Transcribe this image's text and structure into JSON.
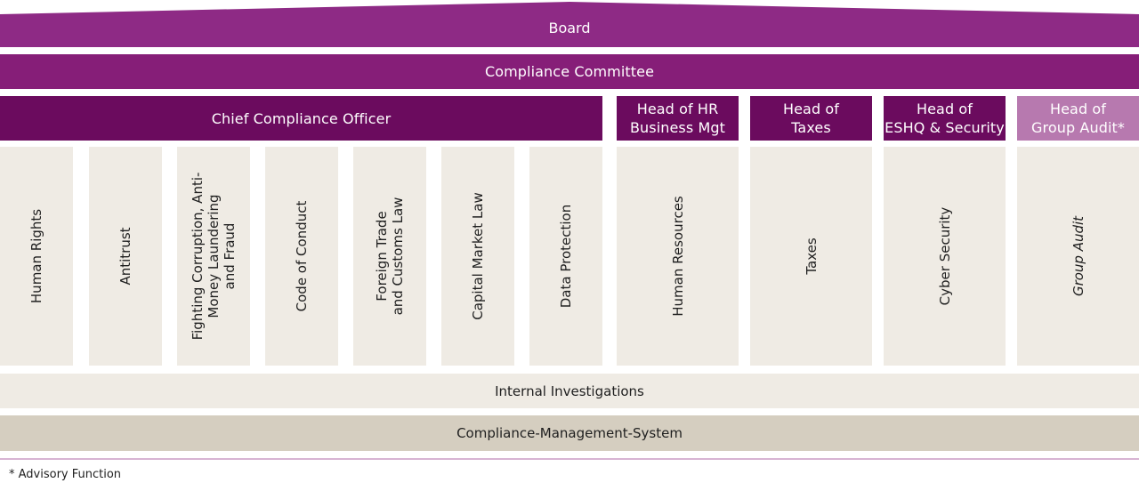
{
  "board": {
    "label": "Board",
    "color": "#8e2a85"
  },
  "committee": {
    "label": "Compliance Committee",
    "color": "#861e78"
  },
  "chief": {
    "label": "Chief Compliance Officer",
    "color": "#6b0b5e"
  },
  "heads": [
    {
      "label": "Head of HR\nBusiness Mgt"
    },
    {
      "label": "Head of\nTaxes"
    },
    {
      "label": "Head of\nESHQ & Security"
    },
    {
      "label": "Head of\nGroup Audit*",
      "color": "#b779af"
    }
  ],
  "columns": [
    {
      "label": "Human Rights"
    },
    {
      "label": "Antitrust"
    },
    {
      "label": "Fighting Corruption, Anti-\nMoney Laundering\nand Fraud"
    },
    {
      "label": "Code of Conduct"
    },
    {
      "label": "Foreign Trade\nand Customs Law"
    },
    {
      "label": "Capital Market Law"
    },
    {
      "label": "Data Protection"
    },
    {
      "label": "Human Resources"
    },
    {
      "label": "Taxes"
    },
    {
      "label": "Cyber Security"
    },
    {
      "label": "Group Audit"
    }
  ],
  "investigations": {
    "label": "Internal Investigations"
  },
  "cms": {
    "label": "Compliance-Management-System",
    "color": "#d5cec0"
  },
  "footnote": "* Advisory Function"
}
